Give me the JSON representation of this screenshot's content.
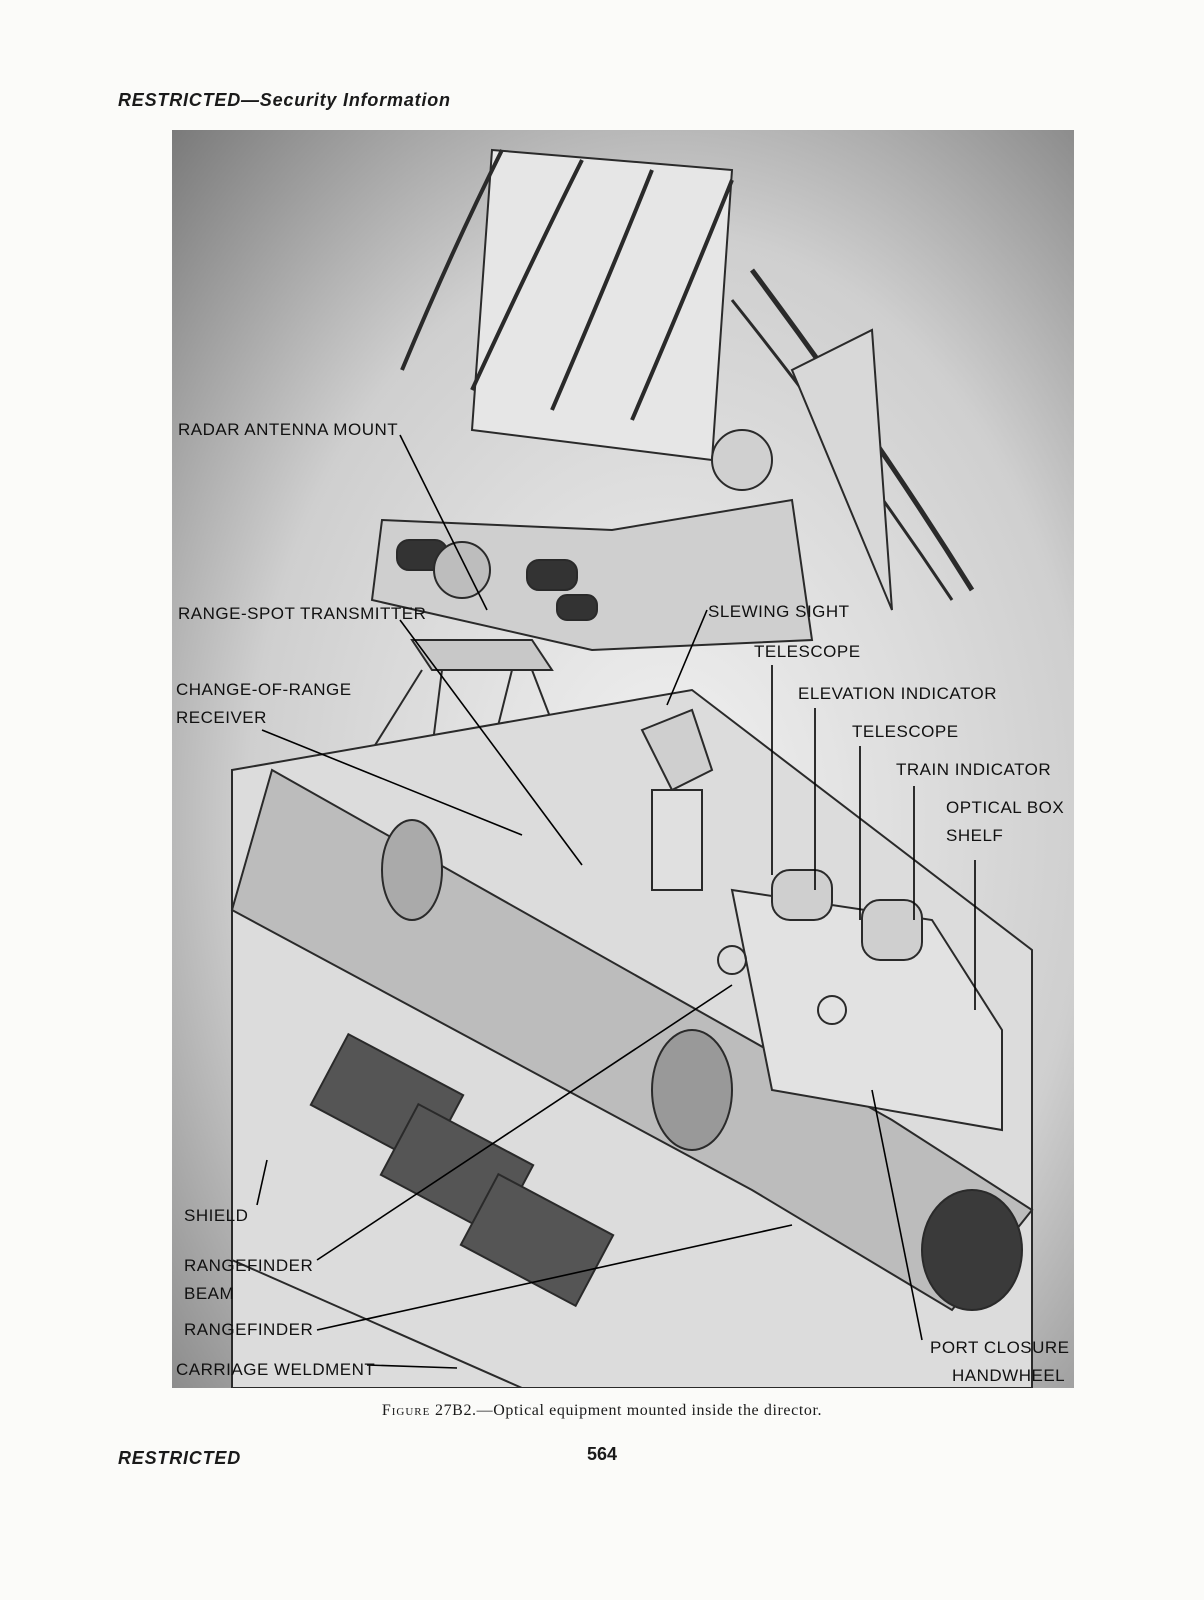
{
  "header": {
    "classification": "RESTRICTED—Security Information"
  },
  "figure": {
    "labels": {
      "radar_antenna_mount": "RADAR ANTENNA MOUNT",
      "range_spot_transmitter": "RANGE-SPOT TRANSMITTER",
      "change_of_range_line1": "CHANGE-OF-RANGE",
      "change_of_range_line2": "RECEIVER",
      "slewing_sight": "SLEWING SIGHT",
      "telescope_1": "TELESCOPE",
      "elevation_indicator": "ELEVATION INDICATOR",
      "telescope_2": "TELESCOPE",
      "train_indicator": "TRAIN INDICATOR",
      "optical_box_line1": "OPTICAL BOX",
      "optical_box_line2": "SHELF",
      "shield": "SHIELD",
      "rangefinder_beam_line1": "RANGEFINDER",
      "rangefinder_beam_line2": "BEAM",
      "rangefinder": "RANGEFINDER",
      "carriage_weldment": "CARRIAGE WELDMENT",
      "port_closure_line1": "PORT CLOSURE",
      "port_closure_line2": "HANDWHEEL"
    }
  },
  "caption": {
    "figure_label": "Figure",
    "text": "27B2.—Optical equipment mounted inside the director."
  },
  "footer": {
    "classification": "RESTRICTED",
    "page_number": "564"
  }
}
